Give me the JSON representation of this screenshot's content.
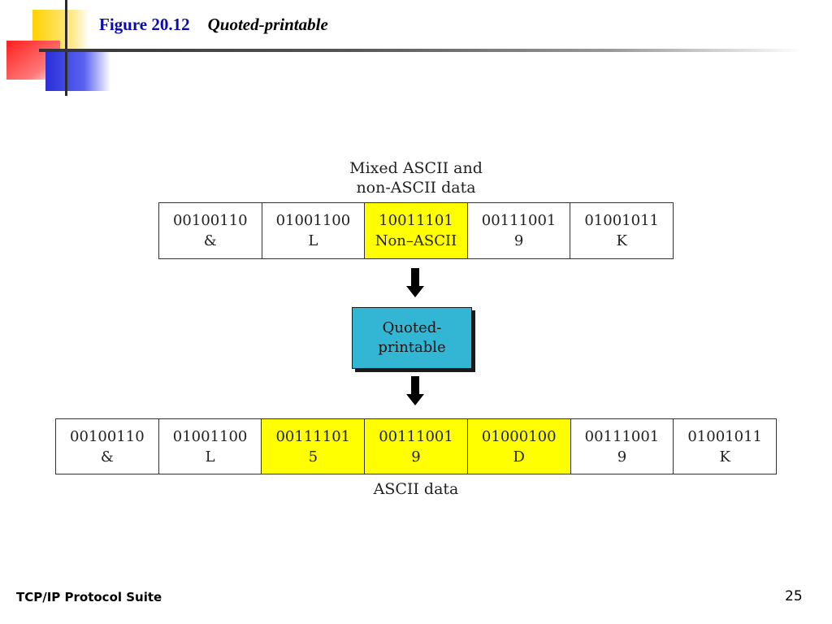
{
  "header": {
    "figure_label": "Figure 20.12",
    "subtitle": "Quoted-printable"
  },
  "diagram": {
    "top_caption": [
      "Mixed ASCII and",
      "non-ASCII data"
    ],
    "top_row": [
      {
        "bits": "00100110",
        "char": "&",
        "highlight": false
      },
      {
        "bits": "01001100",
        "char": "L",
        "highlight": false
      },
      {
        "bits": "10011101",
        "char": "Non–ASCII",
        "highlight": true
      },
      {
        "bits": "00111001",
        "char": "9",
        "highlight": false
      },
      {
        "bits": "01001011",
        "char": "K",
        "highlight": false
      }
    ],
    "process_box": [
      "Quoted-",
      "printable"
    ],
    "bottom_row": [
      {
        "bits": "00100110",
        "char": "&",
        "highlight": false
      },
      {
        "bits": "01001100",
        "char": "L",
        "highlight": false
      },
      {
        "bits": "00111101",
        "char": "5",
        "highlight": true
      },
      {
        "bits": "00111001",
        "char": "9",
        "highlight": true
      },
      {
        "bits": "01000100",
        "char": "D",
        "highlight": true
      },
      {
        "bits": "00111001",
        "char": "9",
        "highlight": false
      },
      {
        "bits": "01001011",
        "char": "K",
        "highlight": false
      }
    ],
    "bottom_caption": "ASCII data",
    "colors": {
      "highlight": "#ffff00",
      "process_box": "#33b5d4",
      "title": "#0a0ab0"
    }
  },
  "footer": {
    "left_text": "TCP/IP Protocol Suite",
    "page_number": "25"
  }
}
